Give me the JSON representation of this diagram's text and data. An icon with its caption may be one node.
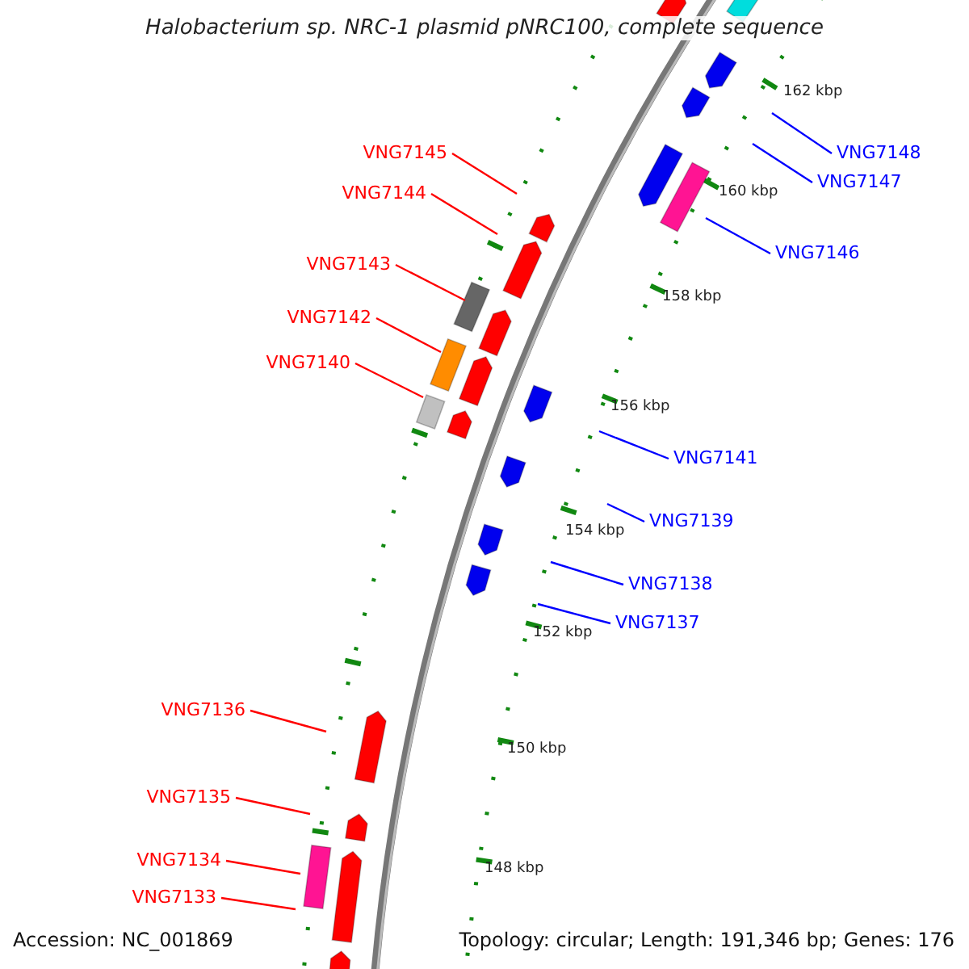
{
  "diagram": {
    "title": "Halobacterium sp. NRC-1 plasmid pNRC100, complete sequence",
    "nodes": [
      {
        "text": [
          "VNG7145"
        ]
      },
      {
        "text": [
          "VNG7148"
        ]
      },
      {
        "text": [
          "VNG7147"
        ]
      },
      {
        "text": [
          "VNG7144"
        ]
      },
      {
        "text": [
          "VNG7146"
        ]
      },
      {
        "text": [
          "VNG7143"
        ]
      },
      {
        "text": [
          "VNG7142"
        ]
      },
      {
        "text": [
          "VNG7140"
        ]
      },
      {
        "text": [
          "VNG7141"
        ]
      },
      {
        "text": [
          "VNG7139"
        ]
      },
      {
        "text": [
          "VNG7138"
        ]
      },
      {
        "text": [
          "VNG7137"
        ]
      },
      {
        "text": [
          "VNG7136"
        ]
      },
      {
        "text": [
          "VNG7135"
        ]
      },
      {
        "text": [
          "VNG7134"
        ]
      },
      {
        "text": [
          "VNG7133"
        ]
      }
    ],
    "edges": [
      {
        "from": 0,
        "to": null,
        "arrow": "none"
      },
      {
        "from": 1,
        "to": null,
        "arrow": "none",
        "color": "#0000ff"
      },
      {
        "from": 2,
        "to": null,
        "arrow": "none",
        "color": "#0000ff"
      },
      {
        "from": 3,
        "to": null,
        "arrow": "none"
      },
      {
        "from": 4,
        "to": null,
        "arrow": "none",
        "color": "#0000ff"
      },
      {
        "from": 5,
        "to": null,
        "arrow": "none"
      },
      {
        "from": 6,
        "to": null,
        "arrow": "none"
      },
      {
        "from": 7,
        "to": null,
        "arrow": "none"
      },
      {
        "from": 8,
        "to": null,
        "arrow": "none",
        "color": "#0000ff"
      },
      {
        "from": 9,
        "to": null,
        "arrow": "none",
        "color": "#0000ff"
      },
      {
        "from": 10,
        "to": null,
        "arrow": "none",
        "color": "#0000ff"
      },
      {
        "from": 11,
        "to": null,
        "arrow": "none",
        "color": "#0000ff"
      },
      {
        "from": 12,
        "to": null,
        "arrow": "none"
      },
      {
        "from": 13,
        "to": null,
        "arrow": "none"
      },
      {
        "from": 14,
        "to": null,
        "arrow": "none"
      },
      {
        "from": 15,
        "to": null,
        "arrow": "none"
      }
    ],
    "labels": [
      "162 kbp",
      "160 kbp",
      "158 kbp",
      "156 kbp",
      "154 kbp",
      "152 kbp",
      "150 kbp",
      "148 kbp",
      "Accession: NC_001869",
      "Topology: circular; Length: 191,346 bp; Genes: 176"
    ]
  }
}
